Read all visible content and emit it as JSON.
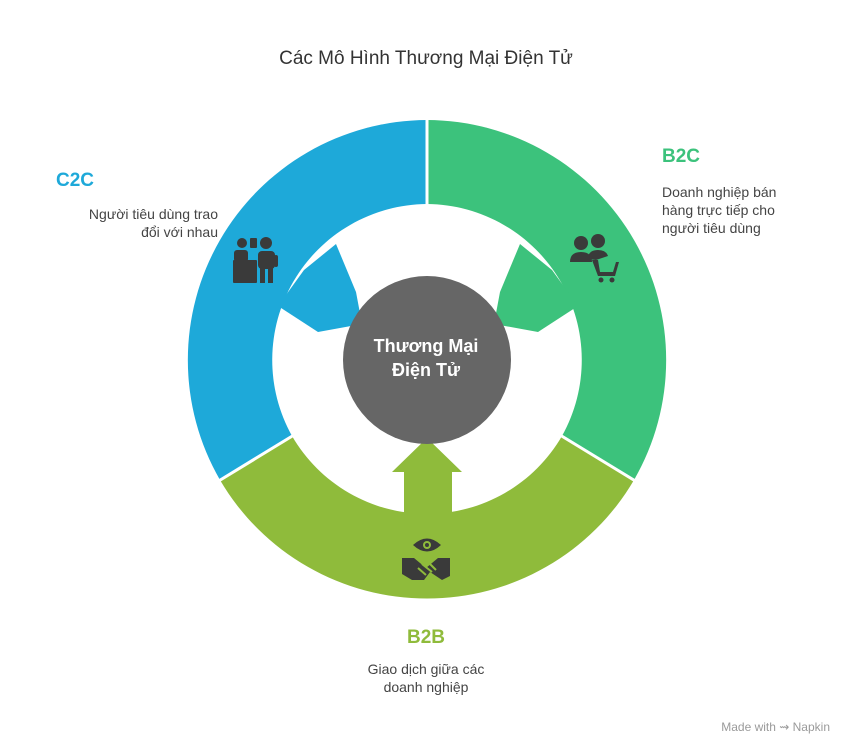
{
  "title": "Các Mô Hình Thương Mại Điện Tử",
  "center": {
    "line1": "Thương Mại",
    "line2": "Điện Tử"
  },
  "segments": {
    "c2c": {
      "title": "C2C",
      "desc_line1": "Người tiêu dùng trao",
      "desc_line2": "đổi với nhau",
      "color": "#1ea9d9",
      "icon": "people-exchange-icon"
    },
    "b2c": {
      "title": "B2C",
      "desc_line1": "Doanh nghiệp bán",
      "desc_line2": "hàng trực tiếp cho",
      "desc_line3": "người tiêu dùng",
      "color": "#3cc27c",
      "icon": "shopper-cart-icon"
    },
    "b2b": {
      "title": "B2B",
      "desc_line1": "Giao dịch giữa các",
      "desc_line2": "doanh nghiệp",
      "color": "#8fbb3b",
      "icon": "handshake-eye-icon"
    }
  },
  "center_color": "#666666",
  "watermark": "Made with ⇝ Napkin"
}
